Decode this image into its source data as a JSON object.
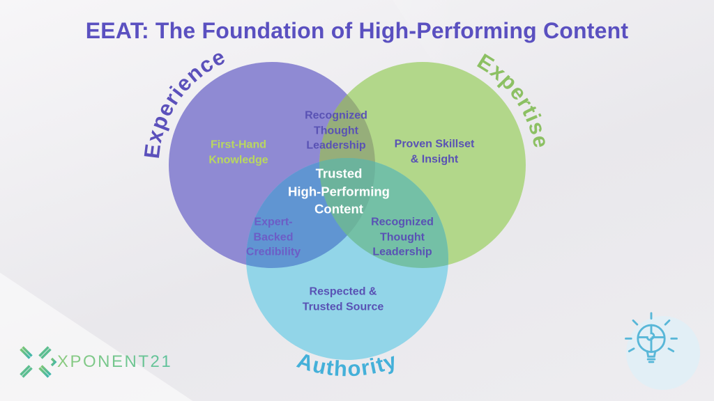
{
  "title": "EEAT: The Foundation of High-Performing Content",
  "colors": {
    "title_purple": "#5a50c0",
    "background": "#efeef1"
  },
  "venn": {
    "experience": {
      "label": "Experience",
      "label_color": "#5b50bb",
      "circle_color": "#8f8ad3",
      "text": "First-Hand\nKnowledge",
      "text_color": "#b9d75f"
    },
    "expertise": {
      "label": "Expertise",
      "label_color": "#8cc063",
      "circle_color": "#b2d78a",
      "text": "Proven Skillset\n& Insight",
      "text_color": "#5952b4"
    },
    "authority": {
      "label": "Authority",
      "label_color": "#44b0d9",
      "circle_color": "#92d5e8",
      "text": "Respected &\nTrusted Source",
      "text_color": "#5952b4"
    },
    "overlap_experience_expertise": {
      "text": "Recognized\nThought\nLeadership",
      "region_color": "#96ae7a",
      "text_color": "#5952b4"
    },
    "overlap_experience_authority": {
      "text": "Expert-\nBacked\nCredibility",
      "region_color": "#6095d2",
      "text_color": "#6c5dc6"
    },
    "overlap_expertise_authority": {
      "text": "Recognized\nThought\nLeadership",
      "region_color": "#74c0a6",
      "text_color": "#5952b4"
    },
    "center": {
      "text": "Trusted\nHigh-Performing\nContent",
      "region_color": "#6cb39c",
      "text_color": "#ffffff"
    }
  },
  "footer": {
    "logo_text": "XPONENT21",
    "logo_icon": "xponent-x-mark",
    "logo_gradient_start": "#7cc674",
    "logo_gradient_end": "#3db5ad",
    "bulb_icon": "lightbulb-puzzle",
    "bulb_stroke": "#58b7d8",
    "bulb_badge_color": "#e2eff6"
  }
}
